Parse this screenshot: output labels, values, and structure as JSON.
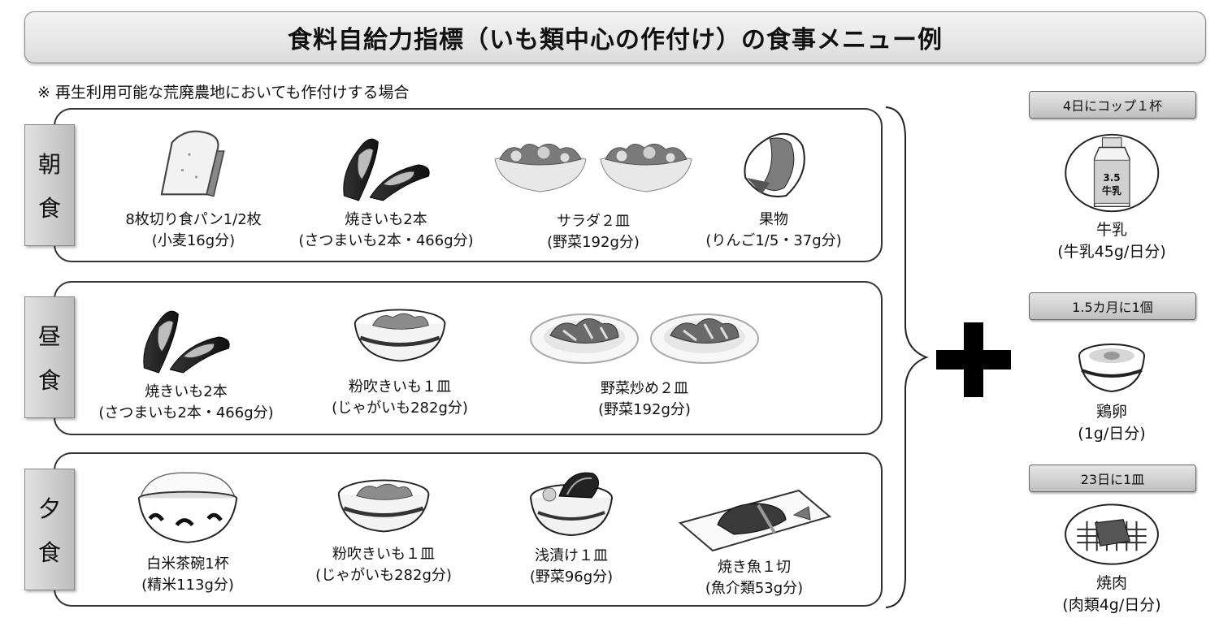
{
  "title": "食料自給力指標（いも類中心の作付け）の食事メニュー例",
  "note": "※  再生利用可能な荒廃農地においても作付けする場合",
  "meals": [
    {
      "label_chars": [
        "朝",
        "食"
      ],
      "items": [
        {
          "icon": "bread-slice-icon",
          "name": "8枚切り食パン1/2枚",
          "amount": "(小麦16g分)"
        },
        {
          "icon": "baked-sweet-potato-icon",
          "name": "焼きいも2本",
          "amount": "(さつまいも2本・466g分)"
        },
        {
          "icon": "salad-icon",
          "name": "サラダ２皿",
          "amount": "(野菜192g分)"
        },
        {
          "icon": "apple-slice-icon",
          "name": "果物",
          "amount": "(りんご1/5・37g分)"
        }
      ]
    },
    {
      "label_chars": [
        "昼",
        "食"
      ],
      "items": [
        {
          "icon": "baked-sweet-potato-icon",
          "name": "焼きいも2本",
          "amount": "(さつまいも2本・466g分)"
        },
        {
          "icon": "potato-bowl-icon",
          "name": "粉吹きいも１皿",
          "amount": "(じゃがいも282g分)"
        },
        {
          "icon": "stir-fry-vegetables-icon",
          "name": "野菜炒め２皿",
          "amount": "(野菜192g分)"
        }
      ]
    },
    {
      "label_chars": [
        "夕",
        "食"
      ],
      "items": [
        {
          "icon": "rice-bowl-icon",
          "name": "白米茶碗1杯",
          "amount": "(精米113g分)"
        },
        {
          "icon": "potato-bowl-icon",
          "name": "粉吹きいも１皿",
          "amount": "(じゃがいも282g分)"
        },
        {
          "icon": "pickles-bowl-icon",
          "name": "浅漬け１皿",
          "amount": "(野菜96g分)"
        },
        {
          "icon": "grilled-fish-icon",
          "name": "焼き魚１切",
          "amount": "(魚介類53g分)"
        }
      ]
    }
  ],
  "extras": [
    {
      "frequency": "4日にコップ１杯",
      "icon": "milk-bottle-icon",
      "bottle_text_1": "3.5",
      "bottle_text_2": "牛乳",
      "name": "牛乳",
      "amount": "(牛乳45g/日分)"
    },
    {
      "frequency": "1.5カ月に1個",
      "icon": "egg-bowl-icon",
      "name": "鶏卵",
      "amount": "(1g/日分)"
    },
    {
      "frequency": "23日に1皿",
      "icon": "grilled-meat-icon",
      "name": "焼肉",
      "amount": "(肉類4g/日分)"
    }
  ],
  "colors": {
    "box_border": "#333333",
    "label_bg": "#c8c8c8",
    "plus": "#000000"
  }
}
